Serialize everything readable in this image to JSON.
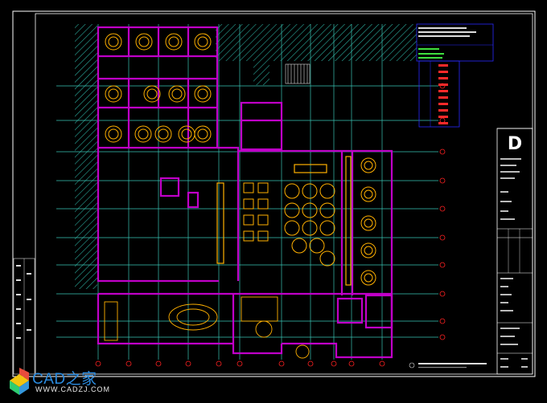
{
  "watermark": {
    "site_name": "CAD之家",
    "url": "WWW.CADZJ.COM"
  },
  "titleblock": {
    "logo_letter": "D"
  },
  "colors": {
    "wall": "#c000c8",
    "grid": "#39c4b4",
    "furniture": "#ffb000",
    "text": "#e6e6e6",
    "frame": "#ffffff",
    "bubble": "#ff2020",
    "table_lines": "#2a2aff"
  }
}
